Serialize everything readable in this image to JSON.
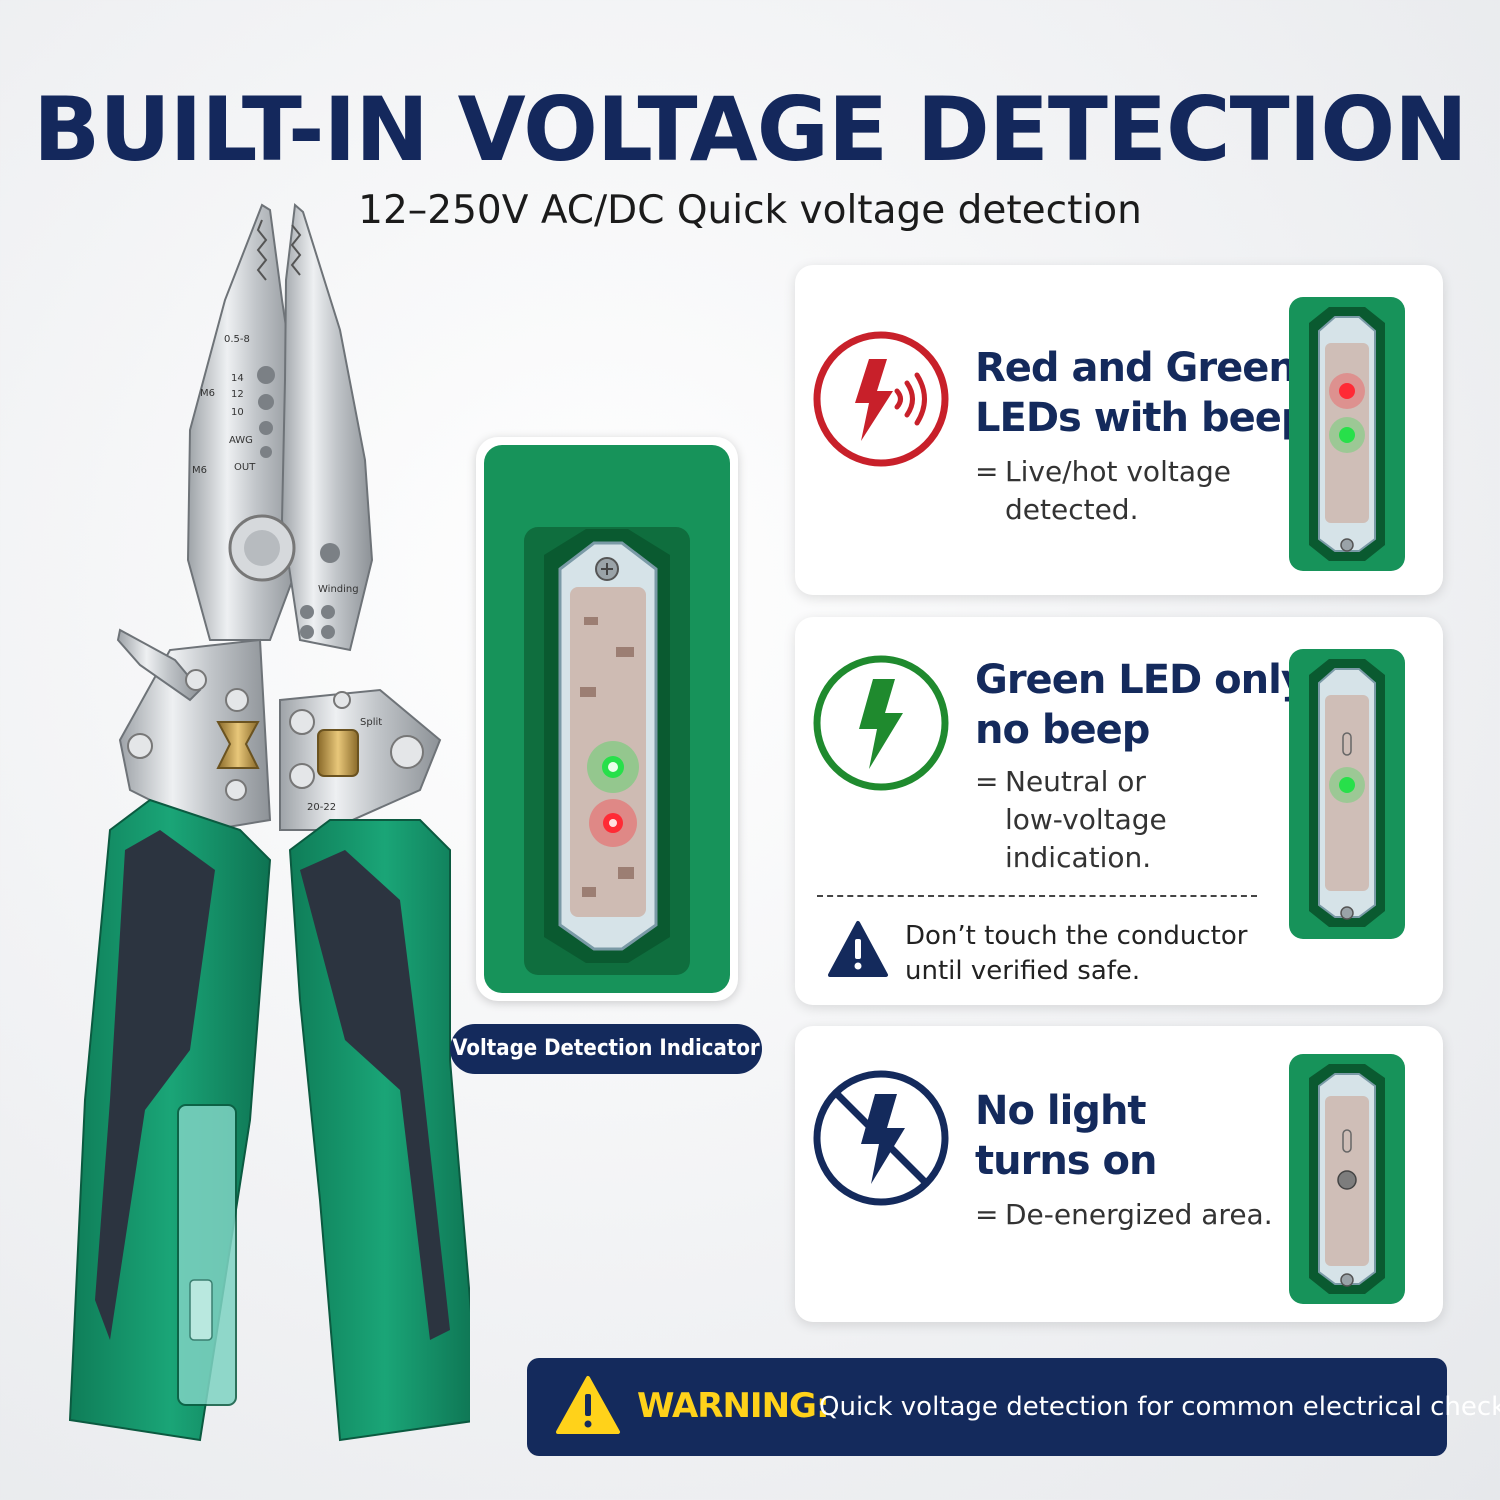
{
  "title": "BUILT-IN VOLTAGE DETECTION",
  "subtitle": "12–250V AC/DC Quick voltage detection",
  "tool_markings": {
    "range1": "0.5-8",
    "m6_a": "M6",
    "awg14": "14",
    "awg12": "12",
    "awg10": "10",
    "awg": "AWG",
    "m6_b": "M6",
    "out": "OUT",
    "winding": "Winding",
    "split": "Split",
    "range2": "20-22"
  },
  "indicator_label": "Voltage Detection Indicator",
  "cards": [
    {
      "icon": "lightning-beep-icon",
      "icon_color": "#c8202a",
      "headline_line1": "Red and Green",
      "headline_line2": "LEDs with beep",
      "eq": "=",
      "desc_line1": "Live/hot voltage",
      "desc_line2": "detected.",
      "leds": "red-and-green"
    },
    {
      "icon": "lightning-icon",
      "icon_color": "#1f8a2e",
      "headline_line1": "Green LED only,",
      "headline_line2": "no beep",
      "eq": "=",
      "desc_line1": "Neutral or",
      "desc_line2": "low-voltage",
      "desc_line3": "indication.",
      "leds": "green-only",
      "caution_icon": "warning-triangle-icon",
      "caution_line1": "Don’t touch the conductor",
      "caution_line2": "until verified safe."
    },
    {
      "icon": "no-lightning-icon",
      "icon_color": "#142a5c",
      "headline_line1": "No light",
      "headline_line2": "turns on",
      "eq": "=",
      "desc_line1": "De-energized area.",
      "leds": "off"
    }
  ],
  "warning": {
    "icon": "warning-triangle-icon",
    "label": "WARNING:",
    "text": "Quick voltage detection for common electrical checks"
  },
  "colors": {
    "navy": "#142a5c",
    "green_handle": "#17966b",
    "red_led": "#ff2a35",
    "green_led": "#27e04a",
    "warning_yellow": "#ffd21a"
  }
}
